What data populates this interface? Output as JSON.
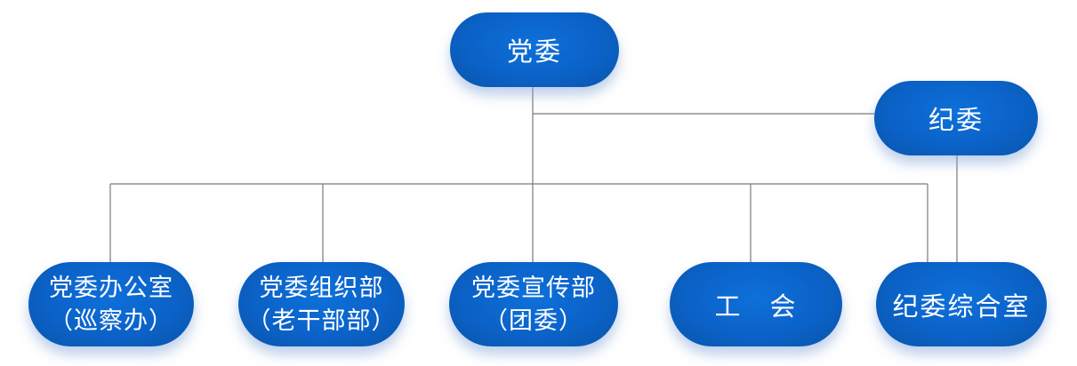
{
  "style": {
    "background": "#FFFFFF",
    "node_gradient_center": "#0E70DA",
    "node_gradient_mid": "#0B63C9",
    "node_gradient_edge": "#0A55AC",
    "node_text_color": "#FFFFFF",
    "connector_color": "#7A7A7A",
    "shadow_color": "rgba(125,160,215,0.5)"
  },
  "nodes": {
    "party_committee": {
      "label": "党委"
    },
    "discipline_committee": {
      "label": "纪委"
    },
    "party_office": {
      "line1": "党委办公室",
      "line2": "（巡察办）"
    },
    "organization_dept": {
      "line1": "党委组织部",
      "line2": "（老干部部）"
    },
    "propaganda_dept": {
      "line1": "党委宣传部",
      "line2": "（团委）"
    },
    "labor_union": {
      "label": "工　会"
    },
    "discipline_office": {
      "label": "纪委综合室"
    }
  }
}
